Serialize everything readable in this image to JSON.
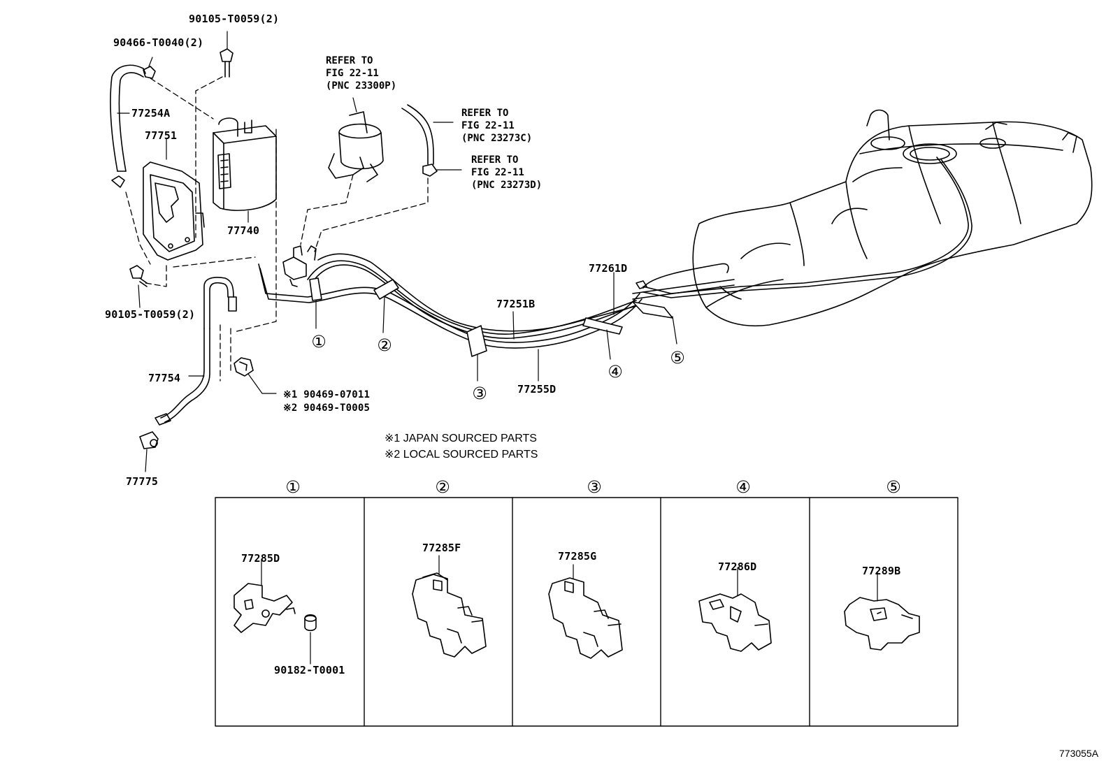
{
  "parts": {
    "p_90105_top": "90105-T0059(2)",
    "p_90466": "90466-T0040(2)",
    "p_77254A": "77254A",
    "p_77751": "77751",
    "p_77740": "77740",
    "p_90105_bottom": "90105-T0059(2)",
    "p_77754": "77754",
    "p_77775": "77775",
    "p_77261D": "77261D",
    "p_77251B": "77251B",
    "p_77255D": "77255D"
  },
  "refs": {
    "ref1": [
      "REFER TO",
      "FIG 22-11",
      "(PNC 23300P)"
    ],
    "ref2": [
      "REFER TO",
      "FIG 22-11",
      "(PNC 23273C)"
    ],
    "ref3": [
      "REFER TO",
      "FIG 22-11",
      "(PNC 23273D)"
    ]
  },
  "clip_alternatives": {
    "line1": "※1 90469-07011",
    "line2": "※2 90469-T0005"
  },
  "notes": {
    "note1": "※1 JAPAN SOURCED PARTS",
    "note2": "※2 LOCAL SOURCED PARTS"
  },
  "callouts": [
    "①",
    "②",
    "③",
    "④",
    "⑤"
  ],
  "detail_panels": [
    {
      "number": "①",
      "part": "77285D",
      "extra": "90182-T0001"
    },
    {
      "number": "②",
      "part": "77285F"
    },
    {
      "number": "③",
      "part": "77285G"
    },
    {
      "number": "④",
      "part": "77286D"
    },
    {
      "number": "⑤",
      "part": "77289B"
    }
  ],
  "figure_id": "773055A"
}
